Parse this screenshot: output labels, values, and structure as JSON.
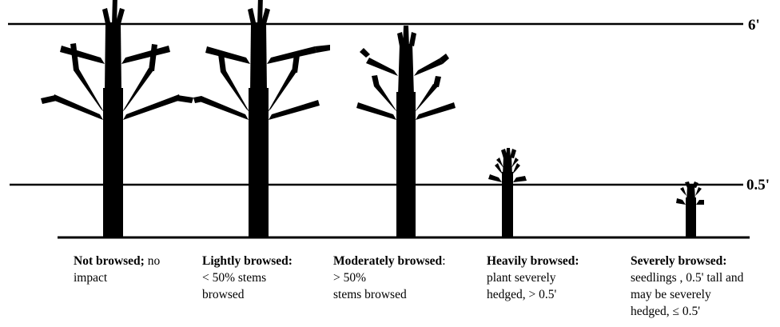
{
  "reference_lines": [
    {
      "label": "6'"
    },
    {
      "label": "0.5'"
    }
  ],
  "categories": [
    {
      "title": "Not browsed;",
      "line1": " no",
      "line2": "impact",
      "line3": ""
    },
    {
      "title": "Lightly browsed:",
      "line1": "",
      "line2": "< 50% stems",
      "line3": "browsed"
    },
    {
      "title": "Moderately browsed",
      "line1": ":",
      "line2": "> 50%",
      "line3": "stems browsed"
    },
    {
      "title": "Heavily browsed:",
      "line1": "",
      "line2": "plant severely",
      "line3": "hedged, > 0.5'"
    },
    {
      "title": "Severely browsed:",
      "line1": "",
      "line2": "seedlings , 0.5' tall and",
      "line3": "may be  severely",
      "line4": "hedged, ≤ 0.5'"
    }
  ],
  "colors": {
    "ink": "#000000",
    "background": "#ffffff"
  }
}
